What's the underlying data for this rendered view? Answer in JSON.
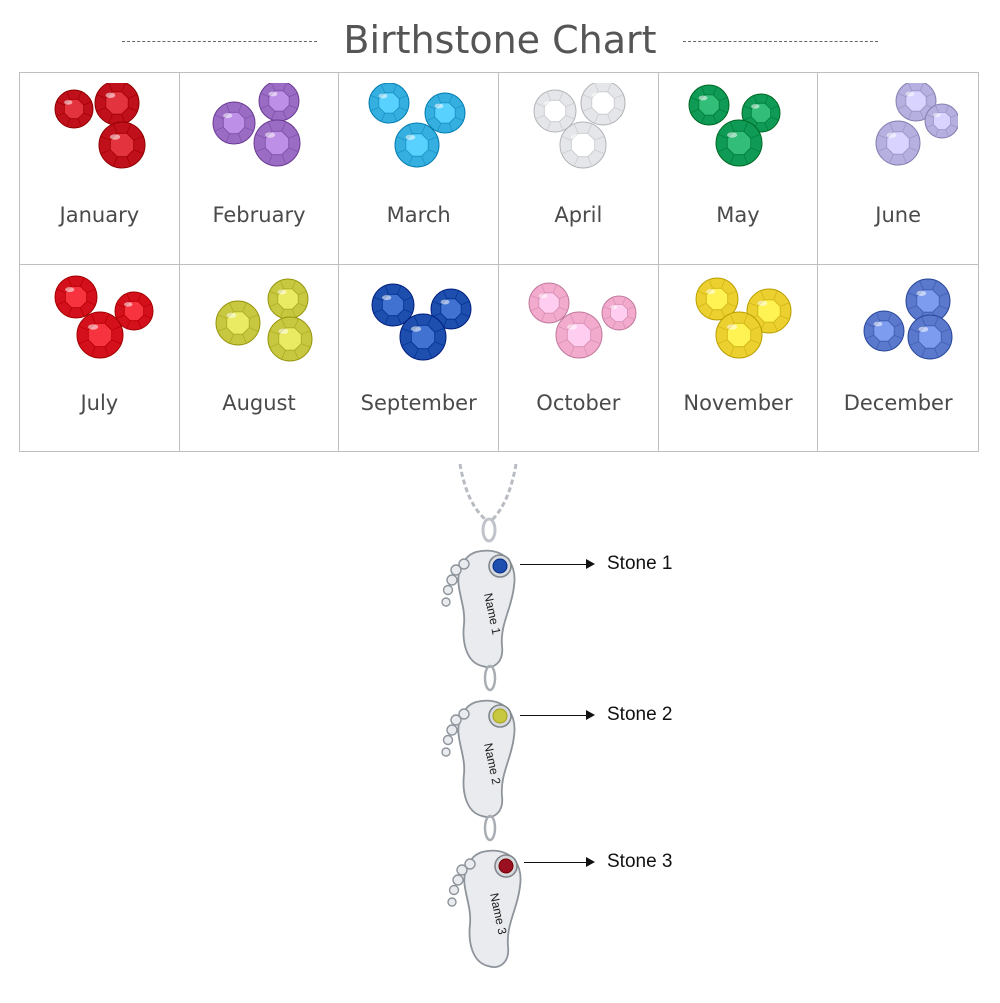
{
  "chart": {
    "title": "Birthstone Chart",
    "months": [
      {
        "label": "January",
        "color": "#c0101c"
      },
      {
        "label": "February",
        "color": "#9a6cc4"
      },
      {
        "label": "March",
        "color": "#35aee0"
      },
      {
        "label": "April",
        "color": "#e4e6ea"
      },
      {
        "label": "May",
        "color": "#0f9a55"
      },
      {
        "label": "June",
        "color": "#b5b0e0"
      },
      {
        "label": "July",
        "color": "#d4101c"
      },
      {
        "label": "August",
        "color": "#c8c840"
      },
      {
        "label": "September",
        "color": "#1e4fae"
      },
      {
        "label": "October",
        "color": "#f2aacd"
      },
      {
        "label": "November",
        "color": "#ecd030"
      },
      {
        "label": "December",
        "color": "#5a78cc"
      }
    ]
  },
  "necklace": {
    "charms": [
      {
        "name_text": "Name 1",
        "stone_label": "Stone 1",
        "stone_color": "#1e4fae"
      },
      {
        "name_text": "Name 2",
        "stone_label": "Stone 2",
        "stone_color": "#c8c840"
      },
      {
        "name_text": "Name 3",
        "stone_label": "Stone 3",
        "stone_color": "#9a1020"
      }
    ]
  }
}
